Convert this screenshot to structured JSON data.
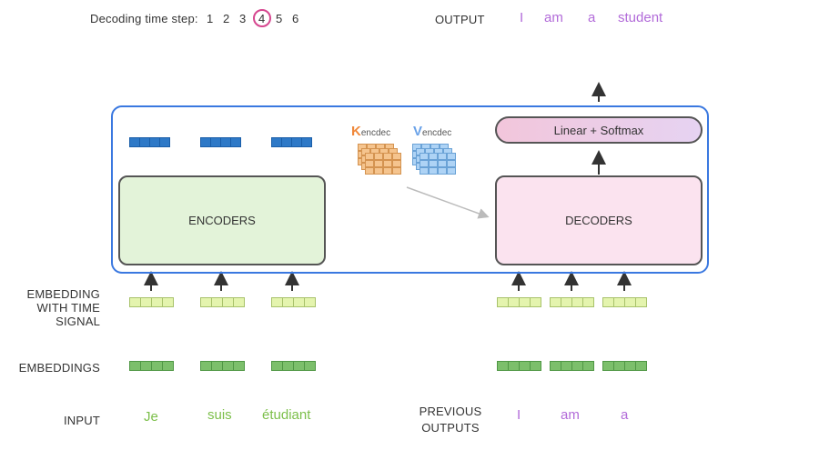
{
  "decoding": {
    "label": "Decoding time step:",
    "steps": [
      "1",
      "2",
      "3",
      "4",
      "5",
      "6"
    ],
    "active_step": "4"
  },
  "output": {
    "label": "OUTPUT",
    "words": [
      "I",
      "am",
      "a",
      "student"
    ]
  },
  "encoders": {
    "label": "ENCODERS"
  },
  "decoders": {
    "label": "DECODERS"
  },
  "linear_softmax": {
    "label": "Linear + Softmax"
  },
  "k_encdec": {
    "letter": "K",
    "sub": "encdec"
  },
  "v_encdec": {
    "letter": "V",
    "sub": "encdec"
  },
  "rows": {
    "embedding_time": [
      "EMBEDDING",
      "WITH TIME",
      "SIGNAL"
    ],
    "embeddings": "EMBEDDINGS",
    "input": "INPUT",
    "previous_outputs": [
      "PREVIOUS",
      "OUTPUTS"
    ]
  },
  "input_words": [
    "Je",
    "suis",
    "étudiant"
  ],
  "previous_output_words": [
    "I",
    "am",
    "a"
  ],
  "colors": {
    "frame": "#3a78e0",
    "encoder_fill": "#e3f3d9",
    "decoder_fill": "#fbe3ef",
    "input_word": "#7cbf4a",
    "output_word": "#b26bd9",
    "k_label": "#f0883a",
    "v_label": "#6aa2e8",
    "active_step_ring": "#d6468f"
  },
  "icons": [
    "arrow-up-icon",
    "arrow-diagonal-icon"
  ]
}
